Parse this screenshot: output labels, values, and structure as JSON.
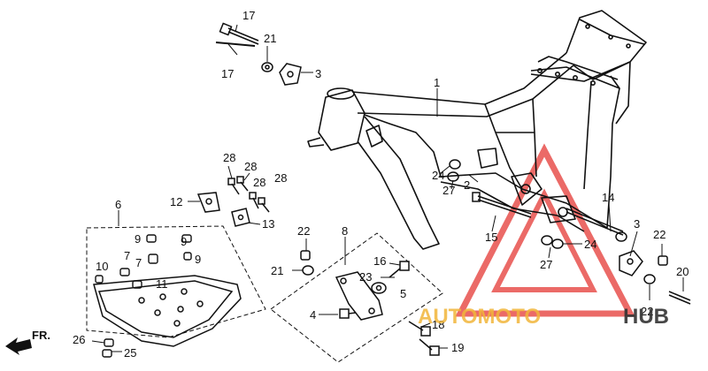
{
  "diagram": {
    "callouts": [
      {
        "key": "c1",
        "text": "1"
      },
      {
        "key": "c2",
        "text": "2"
      },
      {
        "key": "c3a",
        "text": "3"
      },
      {
        "key": "c3b",
        "text": "3"
      },
      {
        "key": "c4",
        "text": "4"
      },
      {
        "key": "c5",
        "text": "5"
      },
      {
        "key": "c6",
        "text": "6"
      },
      {
        "key": "c7",
        "text": "7"
      },
      {
        "key": "c7b",
        "text": "7"
      },
      {
        "key": "c8",
        "text": "8"
      },
      {
        "key": "c9a",
        "text": "9"
      },
      {
        "key": "c9b",
        "text": "9"
      },
      {
        "key": "c9c",
        "text": "9"
      },
      {
        "key": "c10",
        "text": "10"
      },
      {
        "key": "c11",
        "text": "11"
      },
      {
        "key": "c12",
        "text": "12"
      },
      {
        "key": "c13",
        "text": "13"
      },
      {
        "key": "c14",
        "text": "14"
      },
      {
        "key": "c15",
        "text": "15"
      },
      {
        "key": "c16",
        "text": "16"
      },
      {
        "key": "c17a",
        "text": "17"
      },
      {
        "key": "c17b",
        "text": "17"
      },
      {
        "key": "c18",
        "text": "18"
      },
      {
        "key": "c19",
        "text": "19"
      },
      {
        "key": "c20",
        "text": "20"
      },
      {
        "key": "c21a",
        "text": "21"
      },
      {
        "key": "c21b",
        "text": "21"
      },
      {
        "key": "c22a",
        "text": "22"
      },
      {
        "key": "c22b",
        "text": "22"
      },
      {
        "key": "c22c",
        "text": "22"
      },
      {
        "key": "c23",
        "text": "23"
      },
      {
        "key": "c24a",
        "text": "24"
      },
      {
        "key": "c24b",
        "text": "24"
      },
      {
        "key": "c25",
        "text": "25"
      },
      {
        "key": "c26",
        "text": "26"
      },
      {
        "key": "c27a",
        "text": "27"
      },
      {
        "key": "c27b",
        "text": "27"
      },
      {
        "key": "c28a",
        "text": "28"
      },
      {
        "key": "c28b",
        "text": "28"
      },
      {
        "key": "c28c",
        "text": "28"
      },
      {
        "key": "c28d",
        "text": "28"
      }
    ],
    "direction_label": "FR.",
    "watermark": {
      "part1": "AUTOMOTO",
      "part2": "HUB",
      "color_primary": "#f1b63a",
      "color_secondary": "#333333",
      "triangle_color": "#e53935"
    },
    "line_color": "#111111"
  }
}
